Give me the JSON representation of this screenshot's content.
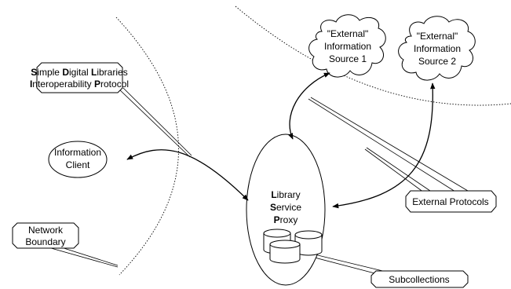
{
  "diagram": {
    "sdlip": {
      "line1": [
        {
          "text": "S",
          "bold": true
        },
        {
          "text": "imple "
        },
        {
          "text": "D",
          "bold": true
        },
        {
          "text": "igital "
        },
        {
          "text": "L",
          "bold": true
        },
        {
          "text": "ibraries"
        }
      ],
      "line2": [
        {
          "text": "I",
          "bold": true
        },
        {
          "text": "nteroperability "
        },
        {
          "text": "P",
          "bold": true
        },
        {
          "text": "rotocol"
        }
      ]
    },
    "external_source_1": {
      "line1": "\"External\"",
      "line2": "Information",
      "line3": "Source 1"
    },
    "external_source_2": {
      "line1": "\"External\"",
      "line2": "Information",
      "line3": "Source 2"
    },
    "information_client": {
      "line1": "Information",
      "line2": "Client"
    },
    "proxy": {
      "line1": [
        {
          "text": "L",
          "bold": true
        },
        {
          "text": "ibrary"
        }
      ],
      "line2": [
        {
          "text": "S",
          "bold": true
        },
        {
          "text": "ervice"
        }
      ],
      "line3": [
        {
          "text": "P",
          "bold": true
        },
        {
          "text": "roxy"
        }
      ]
    },
    "network_boundary": {
      "line1": "Network",
      "line2": "Boundary"
    },
    "external_protocols": "External Protocols",
    "subcollections": "Subcollections"
  }
}
